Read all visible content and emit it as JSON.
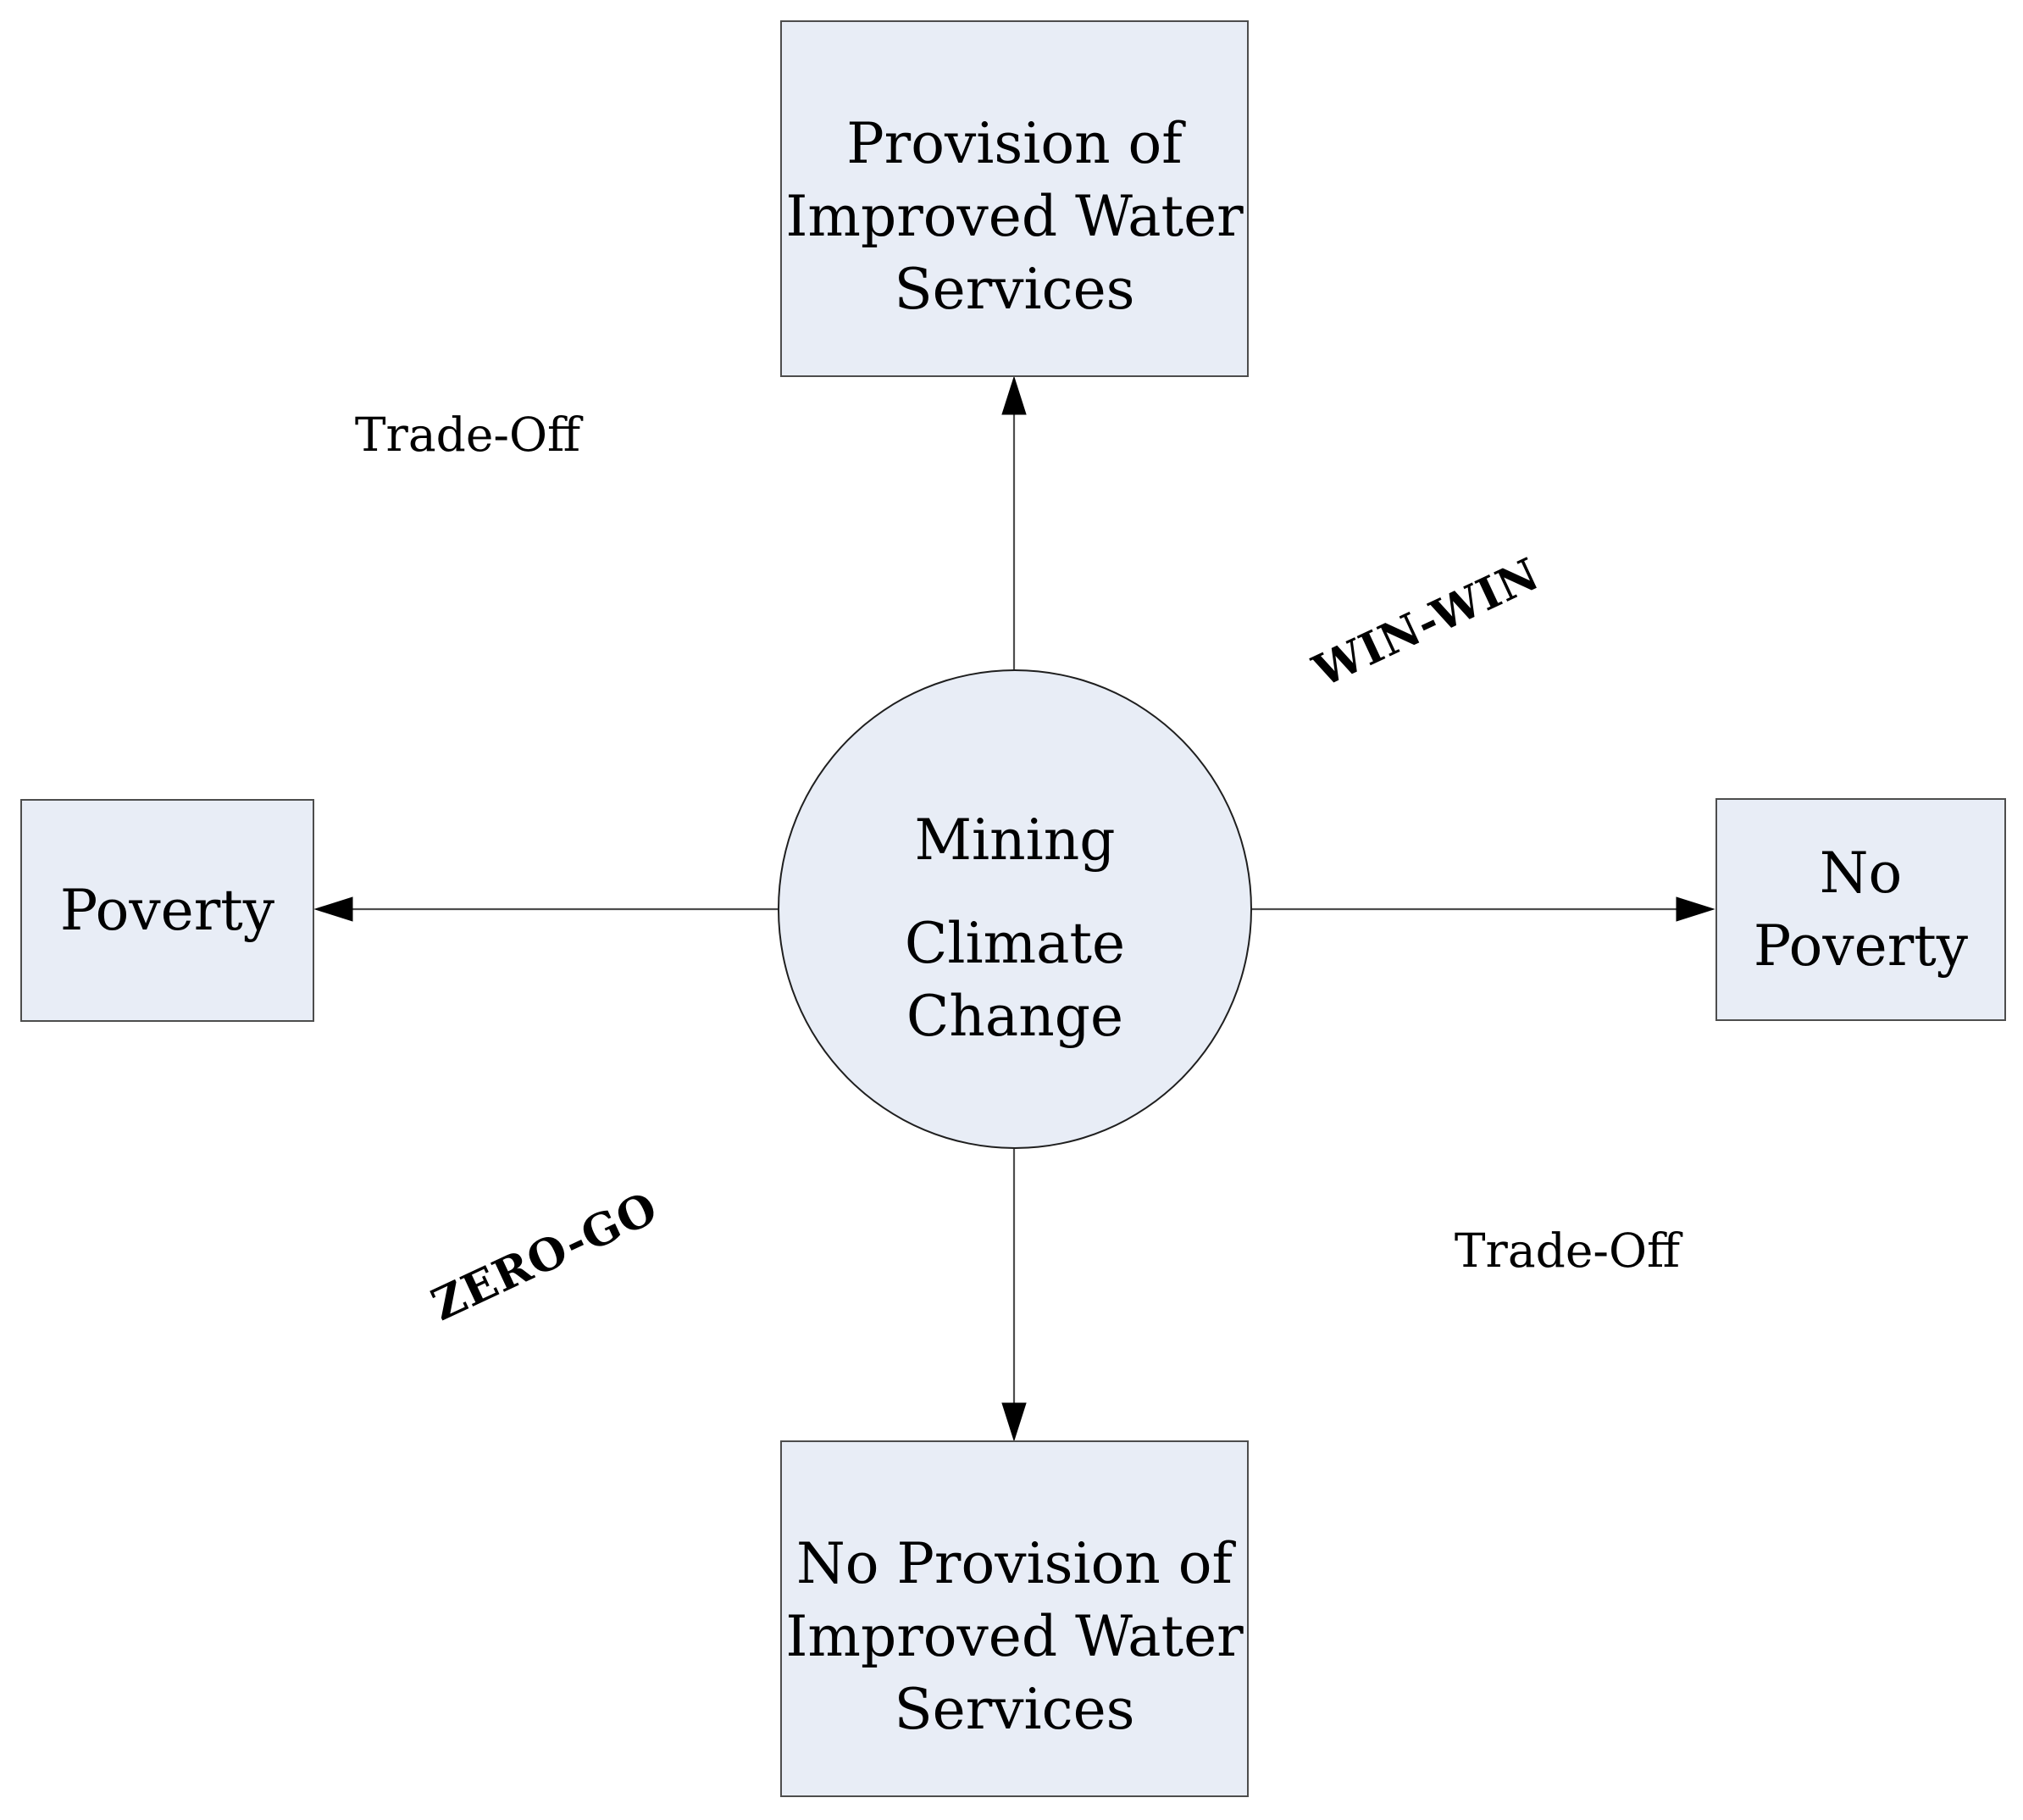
{
  "diagram": {
    "type": "concept-diagram",
    "center": {
      "line1": "Mining",
      "line2": "Climate\nChange"
    },
    "nodes": {
      "top": {
        "label": "Provision of\nImproved Water\nServices"
      },
      "right": {
        "label": "No\nPoverty"
      },
      "bottom": {
        "label": "No Provision of\nImproved Water\nServices"
      },
      "left": {
        "label": "Poverty"
      }
    },
    "edge_labels": {
      "top_left": "Trade-Off",
      "top_right": "WIN-WIN",
      "bottom_left": "ZERO-GO",
      "bottom_right": "Trade-Off"
    },
    "colors": {
      "node_fill": "#e8edf6",
      "node_border": "#4d4d4d",
      "circle_border": "#1f1f1f",
      "connector": "#4d4d4d",
      "arrowhead": "#000000",
      "background": "#ffffff",
      "text": "#000000"
    }
  }
}
